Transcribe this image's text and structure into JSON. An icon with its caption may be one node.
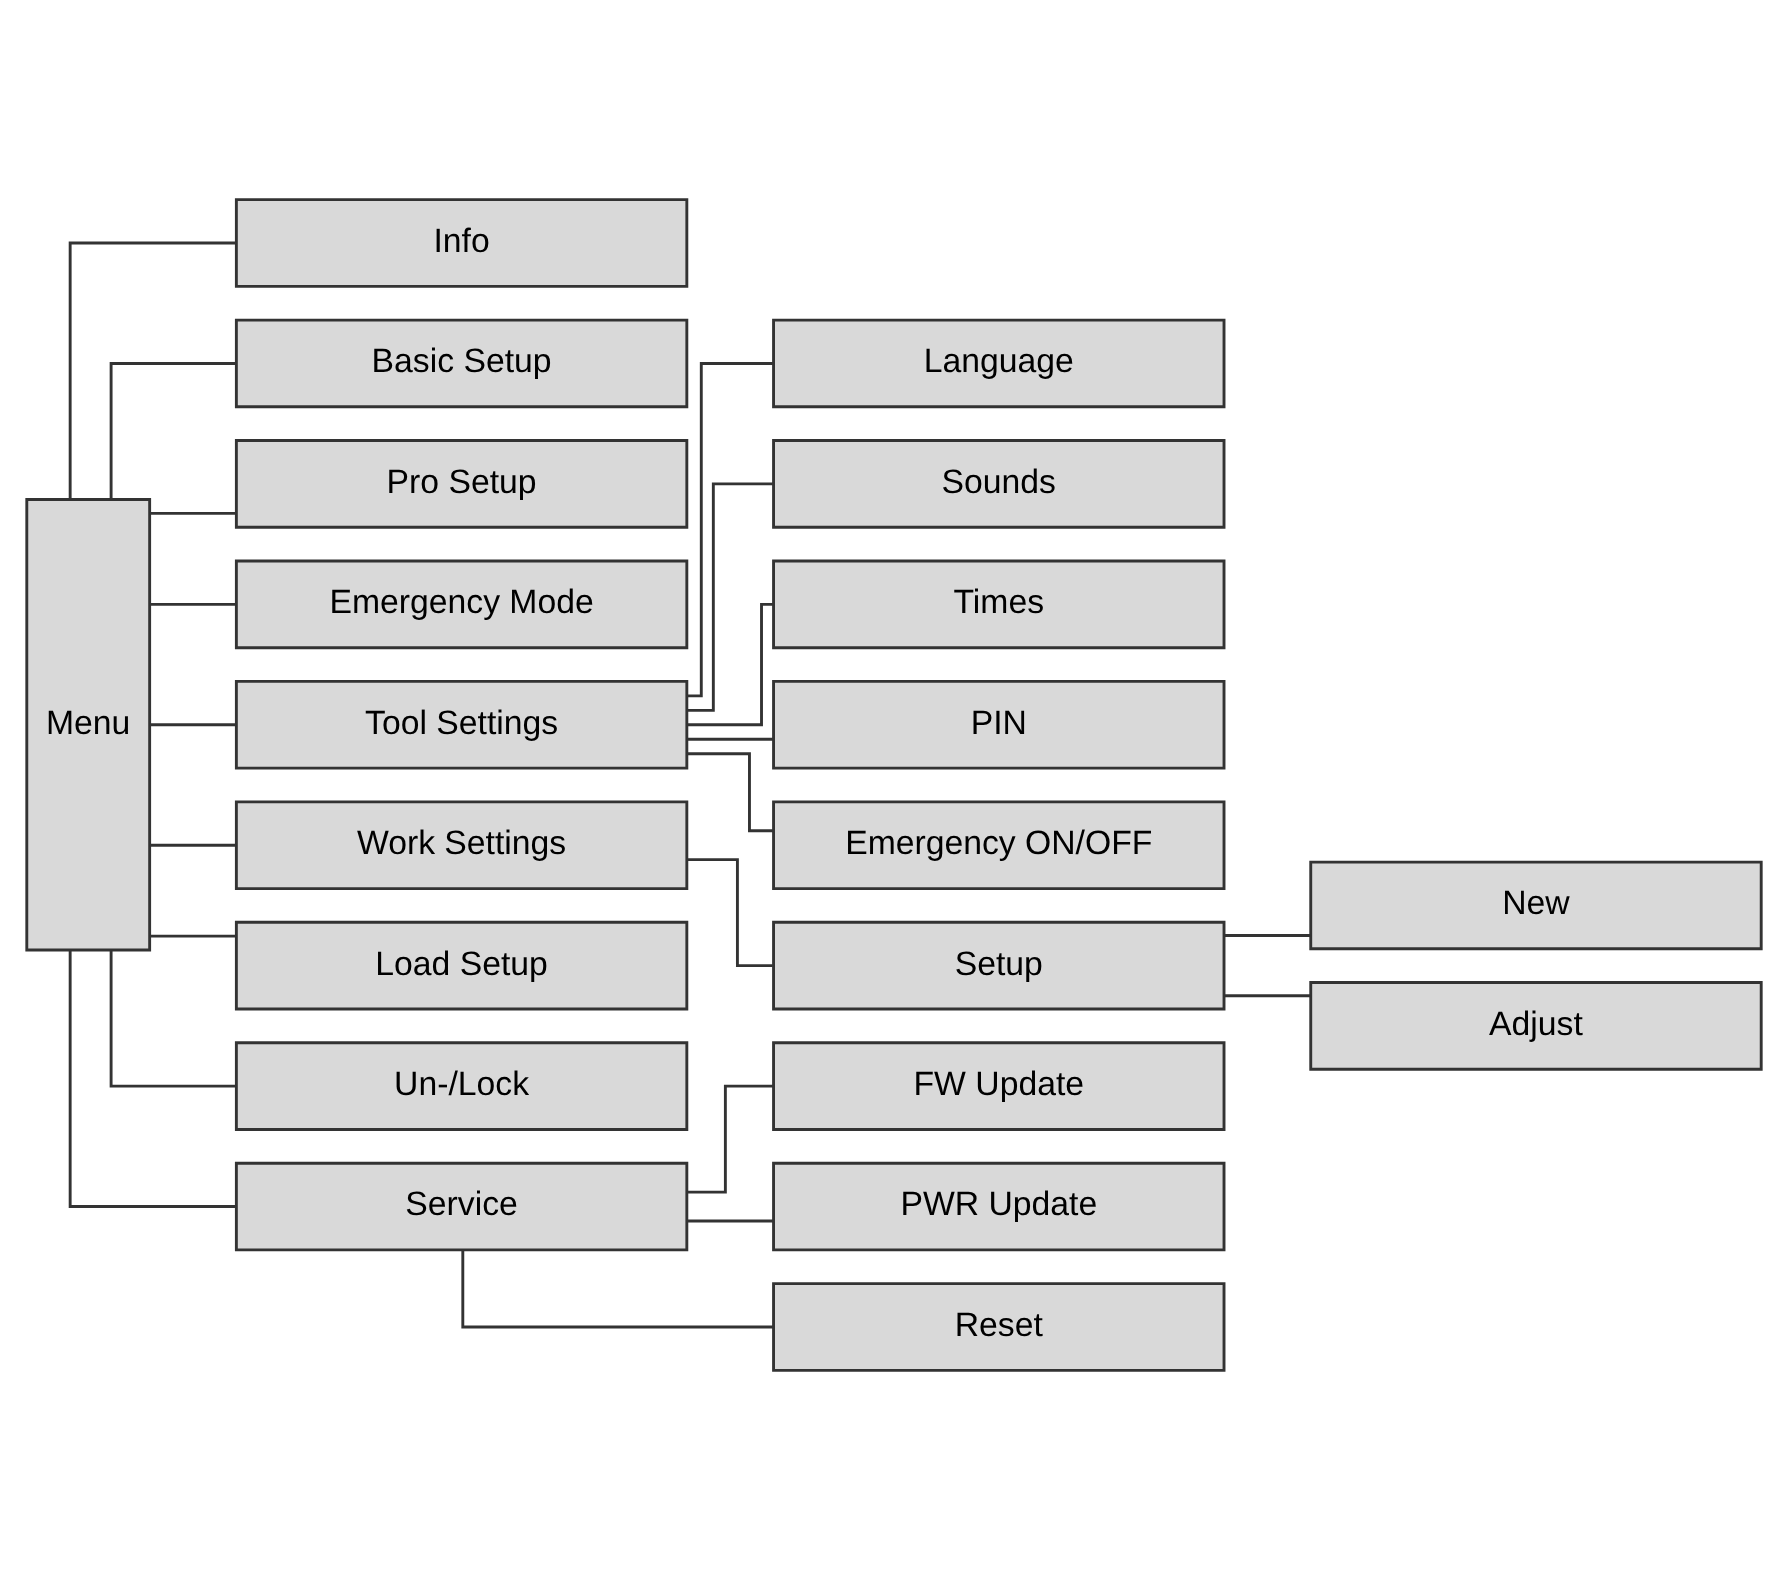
{
  "diagram": {
    "nodes": [
      {
        "text": [
          "Menu"
        ]
      },
      {
        "text": [
          "Info"
        ]
      },
      {
        "text": [
          "Basic Setup"
        ]
      },
      {
        "text": [
          "Pro Setup"
        ]
      },
      {
        "text": [
          "Emergency Mode"
        ]
      },
      {
        "text": [
          "Tool Settings"
        ]
      },
      {
        "text": [
          "Language"
        ]
      },
      {
        "text": [
          "Sounds"
        ]
      },
      {
        "text": [
          "Times"
        ]
      },
      {
        "text": [
          "PIN"
        ]
      },
      {
        "text": [
          "Emergency ON/OFF"
        ]
      },
      {
        "text": [
          "Work Settings"
        ]
      },
      {
        "text": [
          "Setup"
        ]
      },
      {
        "text": [
          "New"
        ]
      },
      {
        "text": [
          "Adjust"
        ]
      },
      {
        "text": [
          "Load Setup"
        ]
      },
      {
        "text": [
          "Un-/Lock"
        ]
      },
      {
        "text": [
          "Service"
        ]
      },
      {
        "text": [
          "FW Update"
        ]
      },
      {
        "text": [
          "PWR Update"
        ]
      },
      {
        "text": [
          "Reset"
        ]
      }
    ],
    "edges": [
      {
        "from": 0,
        "to": 1,
        "arrow": "none"
      },
      {
        "from": 0,
        "to": 2,
        "arrow": "none"
      },
      {
        "from": 0,
        "to": 3,
        "arrow": "none"
      },
      {
        "from": 0,
        "to": 4,
        "arrow": "none"
      },
      {
        "from": 0,
        "to": 5,
        "arrow": "none"
      },
      {
        "from": 0,
        "to": 11,
        "arrow": "none"
      },
      {
        "from": 0,
        "to": 15,
        "arrow": "none"
      },
      {
        "from": 0,
        "to": 16,
        "arrow": "none"
      },
      {
        "from": 0,
        "to": 17,
        "arrow": "none"
      },
      {
        "from": 5,
        "to": 6,
        "arrow": "none"
      },
      {
        "from": 5,
        "to": 7,
        "arrow": "none"
      },
      {
        "from": 5,
        "to": 8,
        "arrow": "none"
      },
      {
        "from": 5,
        "to": 9,
        "arrow": "none"
      },
      {
        "from": 5,
        "to": 10,
        "arrow": "none"
      },
      {
        "from": 11,
        "to": 12,
        "arrow": "none"
      },
      {
        "from": 12,
        "to": 13,
        "arrow": "none"
      },
      {
        "from": 12,
        "to": 14,
        "arrow": "none"
      },
      {
        "from": 17,
        "to": 18,
        "arrow": "none"
      },
      {
        "from": 17,
        "to": 19,
        "arrow": "none"
      },
      {
        "from": 17,
        "to": 20,
        "arrow": "none"
      }
    ]
  }
}
